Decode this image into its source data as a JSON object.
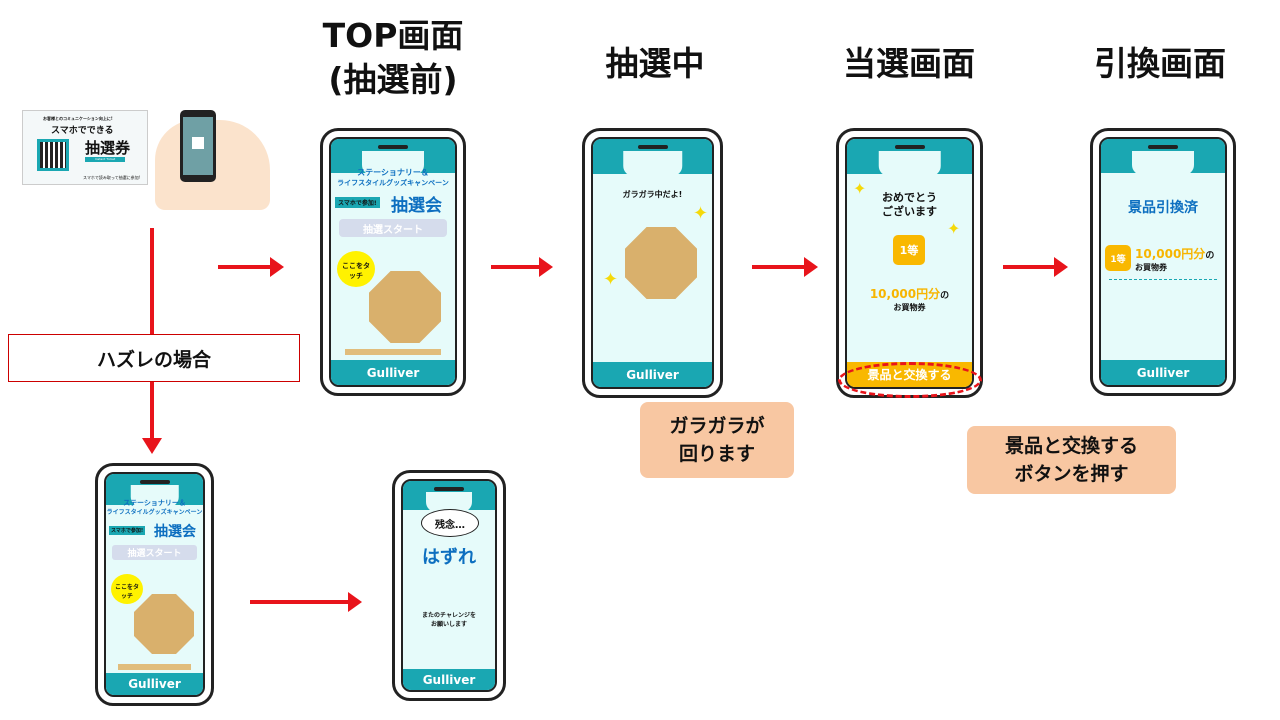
{
  "titles": {
    "top": "TOP画面",
    "top_sub": "(抽選前)",
    "drawing": "抽選中",
    "win": "当選画面",
    "exchange": "引換画面"
  },
  "ticket": {
    "headline": "お客様とのコミュニケーション向上に!",
    "title1": "スマホでできる",
    "title2": "抽選券",
    "tag": "Instant Ticket",
    "note": "スマホで読み取って抽選に参加!"
  },
  "lose_case_label": "ハズレの場合",
  "top_screen": {
    "line1": "ステーショナリー＆",
    "line2": "ライフスタイルグッズキャンペーン",
    "badge": "スマホで参加!",
    "lottery": "抽選会",
    "start_button": "抽選スタート",
    "touch_bubble": "ここをタッチ",
    "footer": "Gulliver"
  },
  "drawing_screen": {
    "caption": "ガラガラ中だよ!",
    "footer": "Gulliver"
  },
  "win_screen": {
    "congrats1": "おめでとう",
    "congrats2": "ございます",
    "rank": "1等",
    "amount": "10,000円分",
    "amount_suffix": "の",
    "prize": "お買物券",
    "exchange_button": "景品と交換する"
  },
  "exchange_screen": {
    "heading": "景品引換済",
    "rank": "1等",
    "amount": "10,000円分",
    "amount_suffix": "の",
    "prize": "お買物券",
    "footer": "Gulliver"
  },
  "lose_screen": {
    "bubble": "残念…",
    "result": "はずれ",
    "message1": "またのチャレンジを",
    "message2": "お願いします",
    "footer": "Gulliver"
  },
  "callouts": {
    "spin": "ガラガラが\n回ります",
    "press": "景品と交換する\nボタンを押す"
  },
  "colors": {
    "arrow": "#e8141b",
    "teal": "#1aa7b2",
    "callout": "#f8c7a2",
    "gold": "#f9b800"
  }
}
